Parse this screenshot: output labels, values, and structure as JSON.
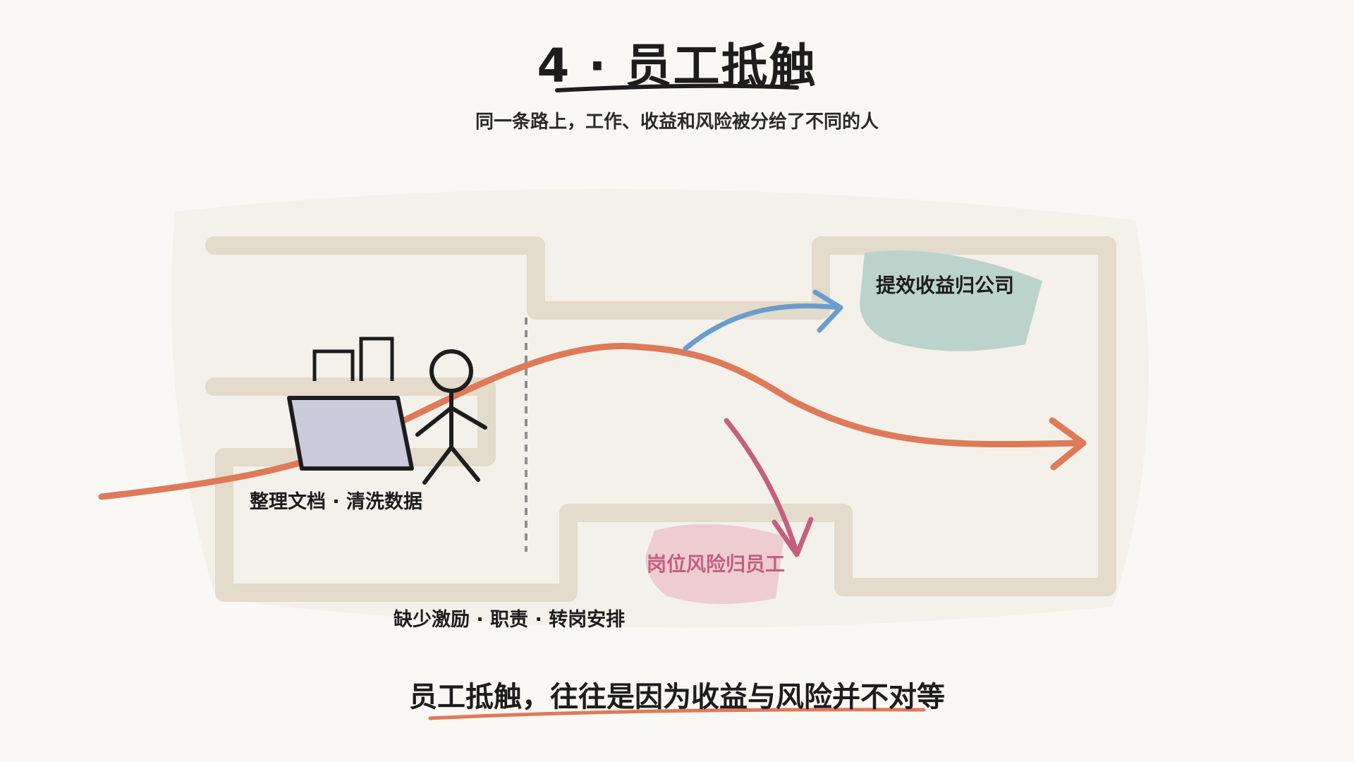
{
  "title": "4 · 员工抵触",
  "subtitle": "同一条路上，工作、收益和风险被分给了不同的人",
  "labels": {
    "company_gain": "提效收益归公司",
    "employee_risk": "岗位风险归员工",
    "work": "整理文档 · 清洗数据",
    "causes": "缺少激励 · 职责 · 转岗安排"
  },
  "conclusion": "员工抵触，往往是因为收益与风险并不对等",
  "colors": {
    "background": "#f9f8f4",
    "panel": "#f3f1ea",
    "walls": "#e3dbcb",
    "main_path": "#de7a58",
    "gain_arrow": "#6a9ccc",
    "gain_blob": "#bcd3cb",
    "risk_arrow": "#c4607f",
    "risk_blob": "#eecdd1",
    "laptop_screen": "#cbcbdc",
    "ink": "#1d1d1d",
    "divider": "#8f8f8f"
  },
  "icons": {
    "figure": "stick-figure-icon",
    "laptop": "laptop-icon",
    "documents": "document-stack-icon"
  }
}
